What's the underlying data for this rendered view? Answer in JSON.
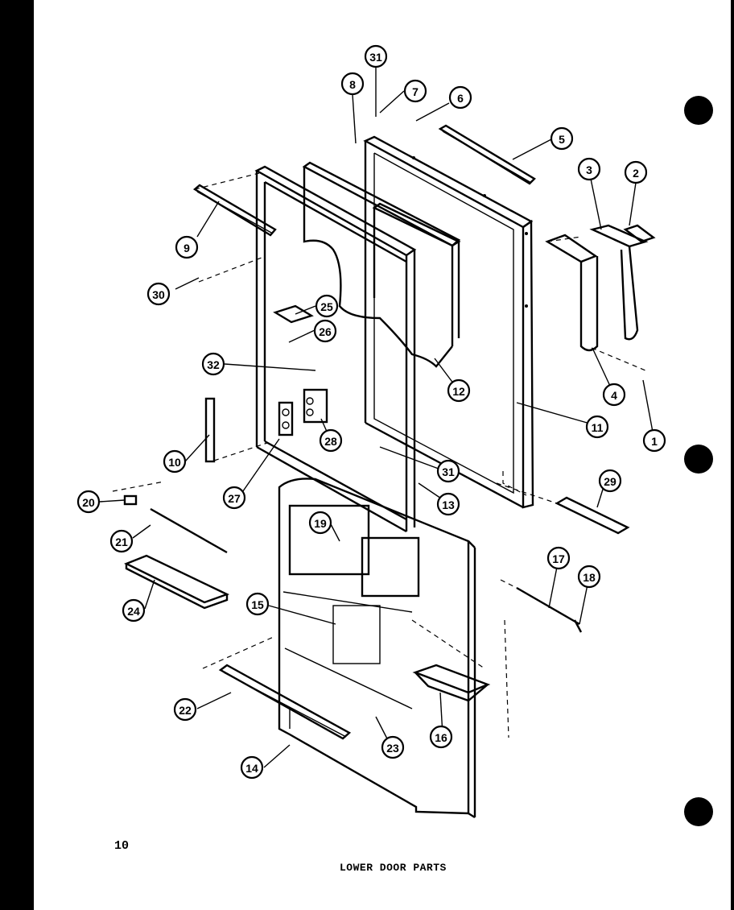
{
  "page_number": "10",
  "caption": "LOWER DOOR PARTS",
  "part_labels": [
    {
      "n": "31"
    },
    {
      "n": "8"
    },
    {
      "n": "7"
    },
    {
      "n": "6"
    },
    {
      "n": "5"
    },
    {
      "n": "3"
    },
    {
      "n": "2"
    },
    {
      "n": "9"
    },
    {
      "n": "30"
    },
    {
      "n": "25"
    },
    {
      "n": "26"
    },
    {
      "n": "32"
    },
    {
      "n": "12"
    },
    {
      "n": "4"
    },
    {
      "n": "1"
    },
    {
      "n": "11"
    },
    {
      "n": "28"
    },
    {
      "n": "10"
    },
    {
      "n": "27"
    },
    {
      "n": "31"
    },
    {
      "n": "29"
    },
    {
      "n": "20"
    },
    {
      "n": "13"
    },
    {
      "n": "21"
    },
    {
      "n": "19"
    },
    {
      "n": "17"
    },
    {
      "n": "18"
    },
    {
      "n": "24"
    },
    {
      "n": "15"
    },
    {
      "n": "22"
    },
    {
      "n": "23"
    },
    {
      "n": "16"
    },
    {
      "n": "14"
    }
  ]
}
